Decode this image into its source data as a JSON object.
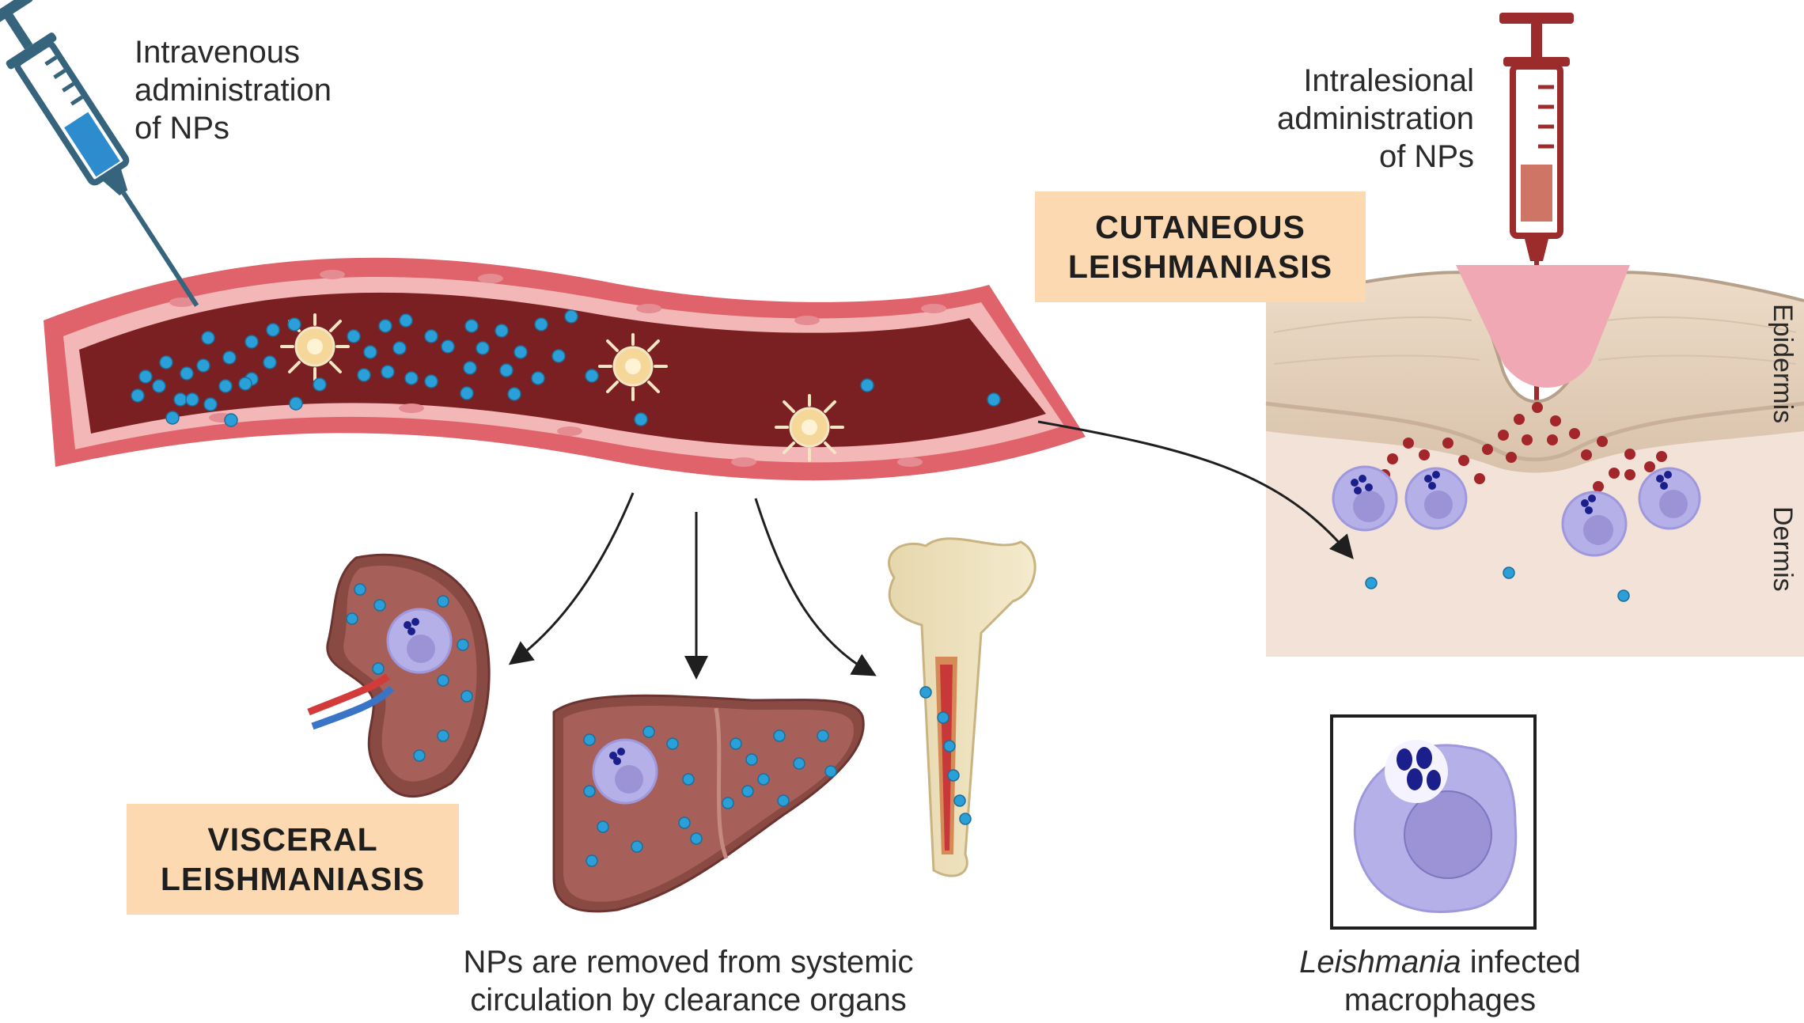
{
  "labels": {
    "intravenous": [
      "Intravenous",
      "administration",
      "of NPs"
    ],
    "intralesional": [
      "Intralesional",
      "administration",
      "of NPs"
    ],
    "cutaneous": [
      "CUTANEOUS",
      "LEISHMANIASIS"
    ],
    "visceral": [
      "VISCERAL",
      "LEISHMANIASIS"
    ],
    "epidermis": "Epidermis",
    "dermis": "Dermis",
    "clearance_caption": [
      "NPs are removed from systemic",
      "circulation by clearance organs"
    ],
    "macrophage_caption_italic": "Leishmania",
    "macrophage_caption_rest": " infected",
    "macrophage_caption_line2": "macrophages"
  },
  "colors": {
    "vessel_lumen": "#7a1f22",
    "vessel_wall": "#e0636b",
    "vessel_lining": "#f3b7b7",
    "np_blue": "#2a9fd8",
    "np_red": "#a3262b",
    "syringe_blue": "#35647c",
    "syringe_red": "#9c2b2b",
    "label_box": "#fcd9b0",
    "macrophage": "#b6b0e8",
    "parasite": "#1b1f8c",
    "organ_brown": "#8a4a44",
    "skin_dermis": "#f2e2d8"
  },
  "icons": [
    "syringe-icon",
    "blood-vessel",
    "spleen-icon",
    "liver-icon",
    "bone-icon",
    "skin-section",
    "macrophage-icon"
  ]
}
